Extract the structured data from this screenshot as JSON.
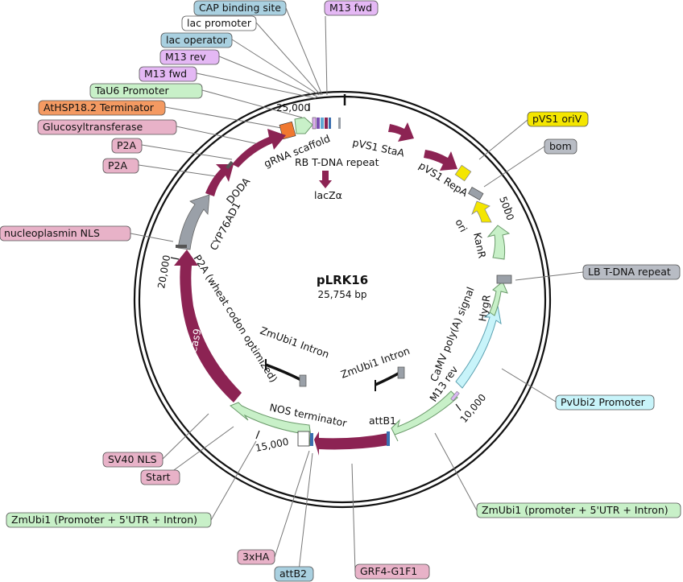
{
  "plasmid": {
    "name": "pLRK16",
    "length_text": "25,754 bp",
    "length_bp": 25754
  },
  "colors": {
    "magenta": "#8c2353",
    "light_green": "#c8f0c8",
    "light_green_stroke": "#6a9a6a",
    "gray": "#9aa0a8",
    "yellow": "#f4e600",
    "cyan": "#c8f4fa",
    "orange": "#f07830",
    "black": "#111111"
  },
  "tick_labels": [
    "25,000",
    "5000",
    "10,000",
    "15,000",
    "20,000"
  ],
  "feature_labels": {
    "gRNA_scaffold": "gRNA scaffold",
    "RB_TDNA": "RB T-DNA repeat",
    "pVS1_StaA": "pVS1 StaA",
    "pVS1_RepA": "pVS1 RepA",
    "lacZa": "lacZα",
    "ori": "ori",
    "KanR": "KanR",
    "HygR": "HygR",
    "CaMV": "CaMV poly(A) signal",
    "M13_rev": "M13 rev",
    "attB1": "attB1",
    "NOS": "NOS terminator",
    "SpCas9": "SpCas9",
    "P2A_wheat": "P2A (wheat codon optimized)",
    "CYP76AD1": "CYP76AD1",
    "DODA": "DODA",
    "ZmUbi1_Intron_a": "ZmUbi1 Intron",
    "ZmUbi1_Intron_b": "ZmUbi1 Intron"
  },
  "callouts": {
    "cap_binding": "CAP binding site",
    "m13_fwd_top": "M13 fwd",
    "lac_promoter": "lac promoter",
    "lac_operator": "lac operator",
    "m13_rev_left": "M13 rev",
    "m13_fwd_left": "M13 fwd",
    "tau6": "TaU6 Promoter",
    "athsp": "AtHSP18.2 Terminator",
    "glucosyl": "Glucosyltransferase",
    "p2a_1": "P2A",
    "p2a_2": "P2A",
    "nucleoplasmin": "nucleoplasmin NLS",
    "pvs1_oriv": "pVS1 oriV",
    "bom": "bom",
    "lb_tdna": "LB T-DNA repeat",
    "pvubi2": "PvUbi2 Promoter",
    "zmubi1_right": "ZmUbi1 (promoter + 5'UTR + Intron)",
    "sv40": "SV40 NLS",
    "start": "Start",
    "zmubi1_left": "ZmUbi1 (Promoter + 5'UTR + Intron)",
    "hax3": "3xHA",
    "attb2": "attB2",
    "grf4": "GRF4-G1F1"
  }
}
